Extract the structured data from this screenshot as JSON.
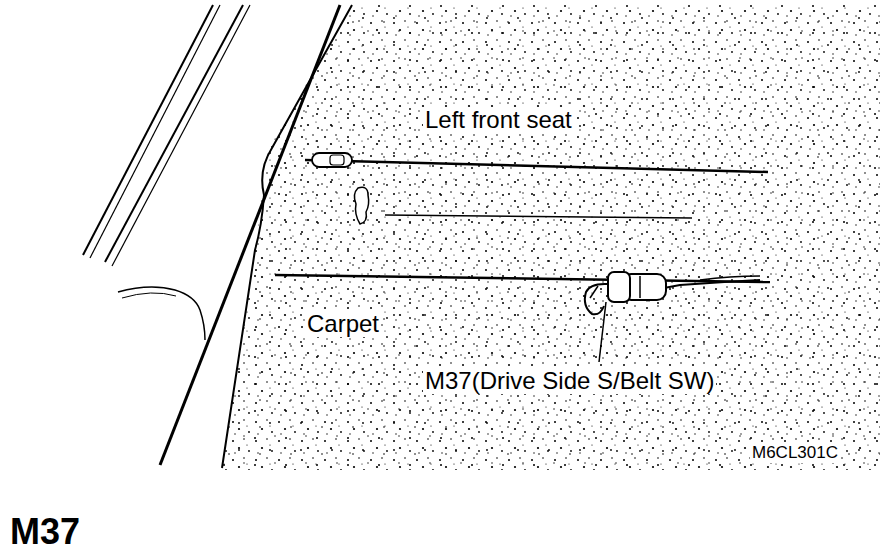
{
  "diagram": {
    "title": "M37",
    "labels": [
      "Left front seat",
      "Carpet",
      "M37(Drive Side S/Belt SW)",
      "M6CL301C"
    ]
  }
}
